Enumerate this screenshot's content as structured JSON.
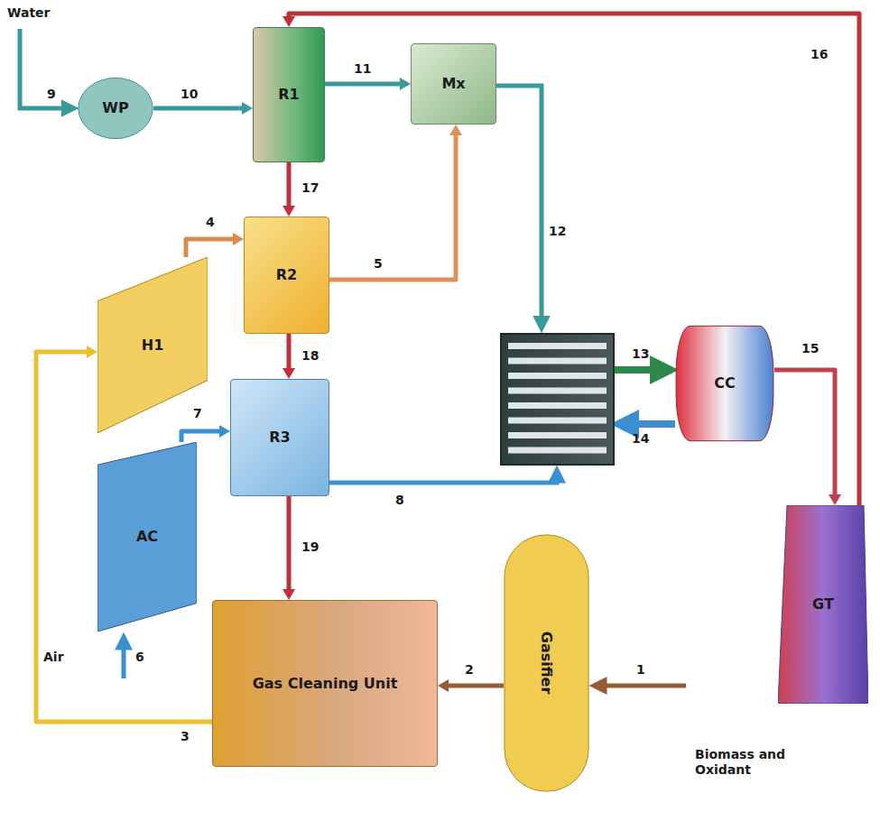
{
  "diagram": {
    "nodes": [
      {
        "text": [
          "WP"
        ]
      },
      {
        "text": [
          "R1"
        ]
      },
      {
        "text": [
          "Mx"
        ]
      },
      {
        "text": [
          "R2"
        ]
      },
      {
        "text": [
          "H1"
        ]
      },
      {
        "text": [
          "AC"
        ]
      },
      {
        "text": [
          "R3"
        ]
      },
      {
        "text": [
          "CC"
        ]
      },
      {
        "text": [
          "GT"
        ]
      },
      {
        "text": [
          "Gas Cleaning Unit"
        ]
      },
      {
        "text": [
          "Gasifier"
        ]
      }
    ],
    "edges": [
      {
        "from": 0,
        "to": 1,
        "arrow": "to"
      },
      {
        "from": 1,
        "to": 2,
        "arrow": "to"
      },
      {
        "from": 3,
        "to": 2,
        "arrow": "to"
      },
      {
        "from": 4,
        "to": 3,
        "arrow": "to"
      },
      {
        "from": 5,
        "to": 6,
        "arrow": "to"
      },
      {
        "from": 9,
        "to": 4,
        "arrow": "to"
      },
      {
        "from": 10,
        "to": 9,
        "arrow": "to"
      },
      {
        "from": 7,
        "to": 8,
        "arrow": "to"
      },
      {
        "from": 8,
        "to": 1,
        "arrow": "to"
      },
      {
        "from": 1,
        "to": 3,
        "arrow": "to"
      },
      {
        "from": 3,
        "to": 6,
        "arrow": "to"
      },
      {
        "from": 6,
        "to": 9,
        "arrow": "to"
      }
    ],
    "labels": [
      "Water",
      "9",
      "10",
      "11",
      "16",
      "17",
      "4",
      "5",
      "12",
      "18",
      "13",
      "15",
      "14",
      "7",
      "8",
      "19",
      "Air",
      "6",
      "3",
      "2",
      "1",
      "Biomass and Oxidant"
    ]
  }
}
